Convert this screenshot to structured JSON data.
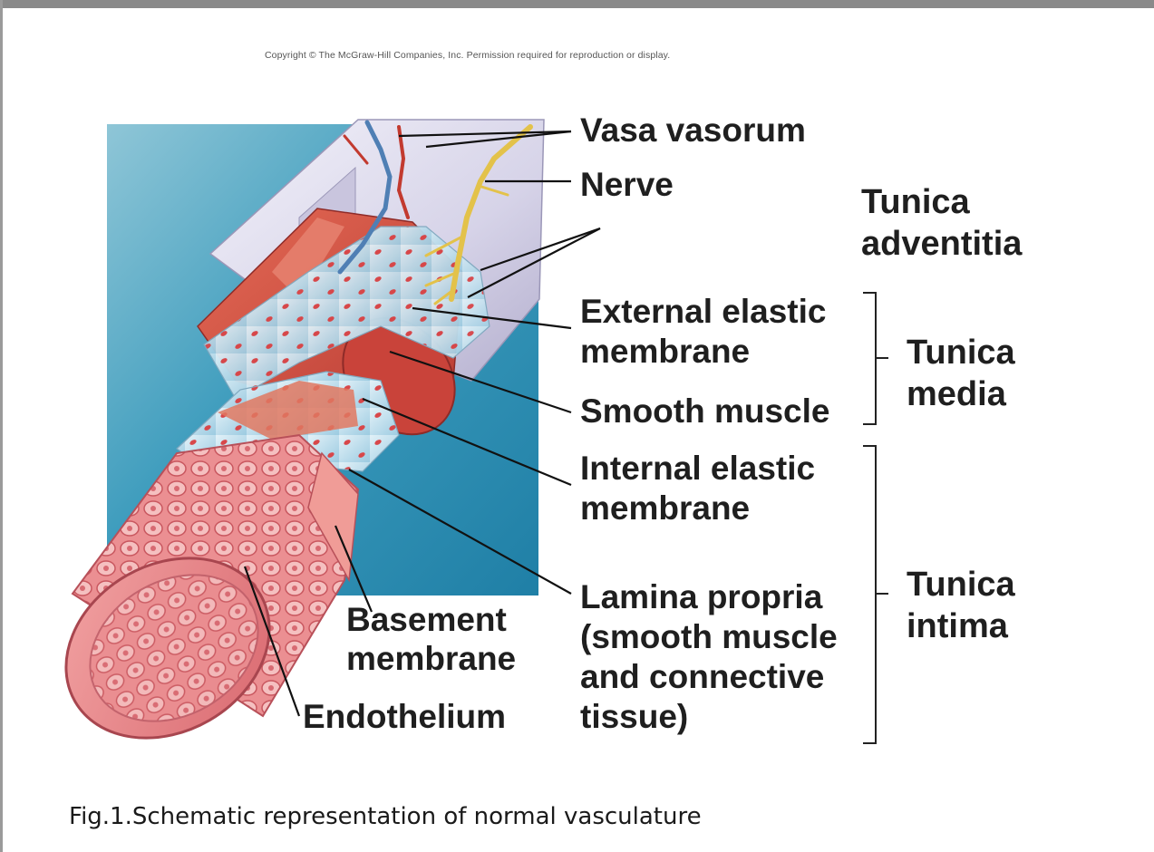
{
  "copyright": "Copyright © The McGraw-Hill Companies, Inc. Permission required for reproduction or display.",
  "labels": {
    "vasa_vasorum": "Vasa vasorum",
    "nerve": "Nerve",
    "tunica_adventitia_line1": "Tunica",
    "tunica_adventitia_line2": "adventitia",
    "external_elastic_line1": "External elastic",
    "external_elastic_line2": "membrane",
    "smooth_muscle": "Smooth muscle",
    "tunica_media_line1": "Tunica",
    "tunica_media_line2": "media",
    "internal_elastic_line1": "Internal elastic",
    "internal_elastic_line2": "membrane",
    "lamina_propria_line1": "Lamina propria",
    "lamina_propria_line2": "(smooth muscle",
    "lamina_propria_line3": "and connective",
    "lamina_propria_line4": "tissue)",
    "tunica_intima_line1": "Tunica",
    "tunica_intima_line2": "intima",
    "basement_line1": "Basement",
    "basement_line2": "membrane",
    "endothelium": "Endothelium"
  },
  "caption": "Fig.1.Schematic representation of normal vasculature",
  "colors": {
    "background_teal": "#3f9fbe",
    "adventitia": "#d9d6ea",
    "media_muscle": "#cf4a3e",
    "elastic_membrane": "#b9dcec",
    "endothelium": "#e57f83",
    "nerve": "#e6c64a",
    "vessel_blue": "#4f7fb4"
  }
}
